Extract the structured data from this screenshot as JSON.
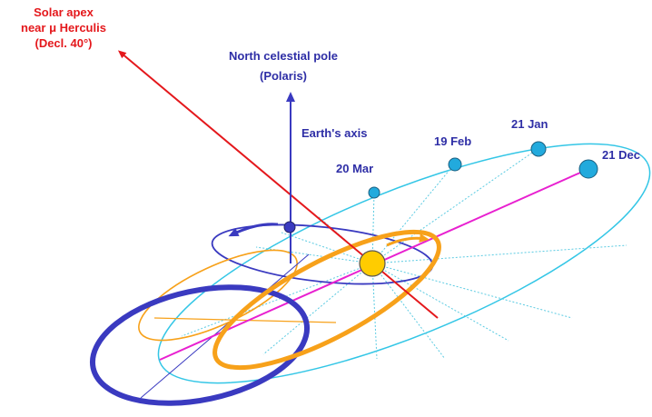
{
  "labels": {
    "solar_apex": [
      "Solar apex",
      "near μ Herculis",
      "(Decl.  40°)"
    ],
    "north_pole": [
      "North celestial pole",
      "(Polaris)"
    ],
    "earth_axis": "Earth's axis",
    "dates": {
      "mar20": "20 Mar",
      "feb19": "19 Feb",
      "jan21": "21 Jan",
      "dec21": "21 Dec"
    }
  },
  "colors": {
    "apex": "#e4181c",
    "label_blue": "#2e2ea6",
    "ecliptic": "#33c6e6",
    "orbit_orange": "#f7a11a",
    "equator_blue": "#3a3ac0",
    "earth_axis": "#3a3ac0",
    "sun_fill": "#ffcc00",
    "sun_node": "#22aadd",
    "pink_line": "#e820d0",
    "spokes": "#5ccbe2"
  }
}
